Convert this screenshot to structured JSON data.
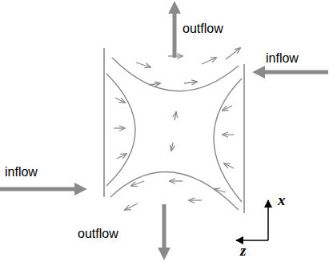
{
  "diagram": {
    "labels": [
      "outflow",
      "inflow",
      "inflow",
      "outflow",
      "x",
      "z"
    ]
  }
}
